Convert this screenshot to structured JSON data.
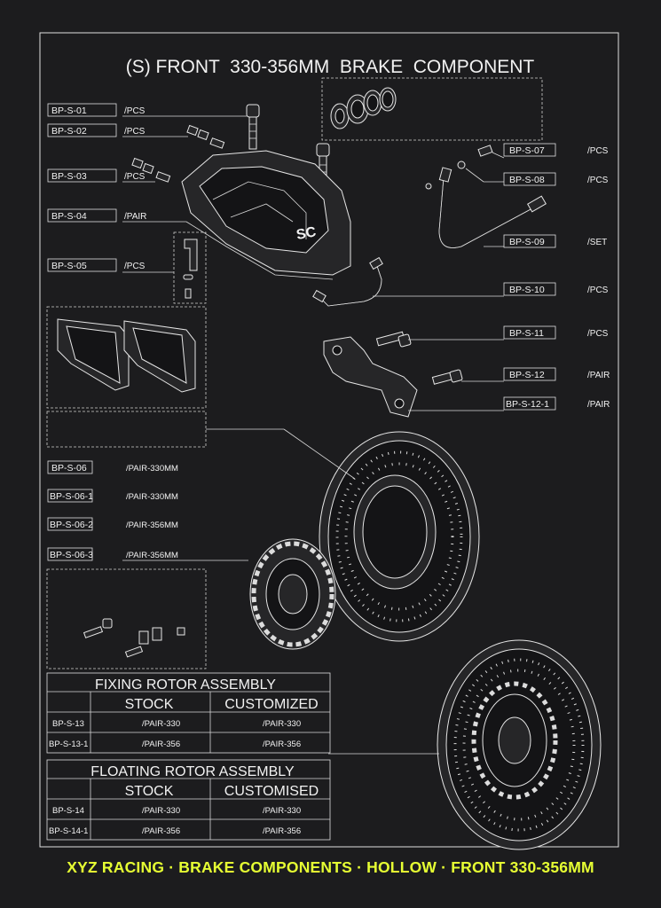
{
  "title": "(S) FRONT  330-356MM  BRAKE  COMPONENT",
  "parts_left": [
    {
      "code": "BP-S-01",
      "unit": "/PCS"
    },
    {
      "code": "BP-S-02",
      "unit": "/PCS"
    },
    {
      "code": "BP-S-03",
      "unit": "/PCS"
    },
    {
      "code": "BP-S-04",
      "unit": "/PAIR"
    },
    {
      "code": "BP-S-05",
      "unit": "/PCS"
    }
  ],
  "parts_right": [
    {
      "code": "BP-S-07",
      "unit": "/PCS"
    },
    {
      "code": "BP-S-08",
      "unit": "/PCS"
    },
    {
      "code": "BP-S-09",
      "unit": "/SET"
    },
    {
      "code": "BP-S-10",
      "unit": "/PCS"
    },
    {
      "code": "BP-S-11",
      "unit": "/PCS"
    },
    {
      "code": "BP-S-12",
      "unit": "/PAIR"
    },
    {
      "code": "BP-S-12-1",
      "unit": "/PAIR"
    }
  ],
  "parts_rotor": [
    {
      "code": "BP-S-06",
      "unit": "/PAIR-330MM"
    },
    {
      "code": "BP-S-06-1",
      "unit": "/PAIR-330MM"
    },
    {
      "code": "BP-S-06-2",
      "unit": "/PAIR-356MM"
    },
    {
      "code": "BP-S-06-3",
      "unit": "/PAIR-356MM"
    }
  ],
  "fixing": {
    "title": "FIXING ROTOR ASSEMBLY",
    "col1": "STOCK",
    "col2": "CUSTOMIZED",
    "rows": [
      {
        "code": "BP-S-13",
        "stock": "/PAIR-330",
        "custom": "/PAIR-330"
      },
      {
        "code": "BP-S-13-1",
        "stock": "/PAIR-356",
        "custom": "/PAIR-356"
      }
    ]
  },
  "floating": {
    "title": "FLOATING ROTOR ASSEMBLY",
    "col1": "STOCK",
    "col2": "CUSTOMISED",
    "rows": [
      {
        "code": "BP-S-14",
        "stock": "/PAIR-330",
        "custom": "/PAIR-330"
      },
      {
        "code": "BP-S-14-1",
        "stock": "/PAIR-356",
        "custom": "/PAIR-356"
      }
    ]
  },
  "footer": "XYZ RACING · BRAKE COMPONENTS · HOLLOW · FRONT 330-356MM",
  "colors": {
    "background": "#1c1c1e",
    "lines": "#e6e6e6",
    "footer": "#e6ff33"
  }
}
